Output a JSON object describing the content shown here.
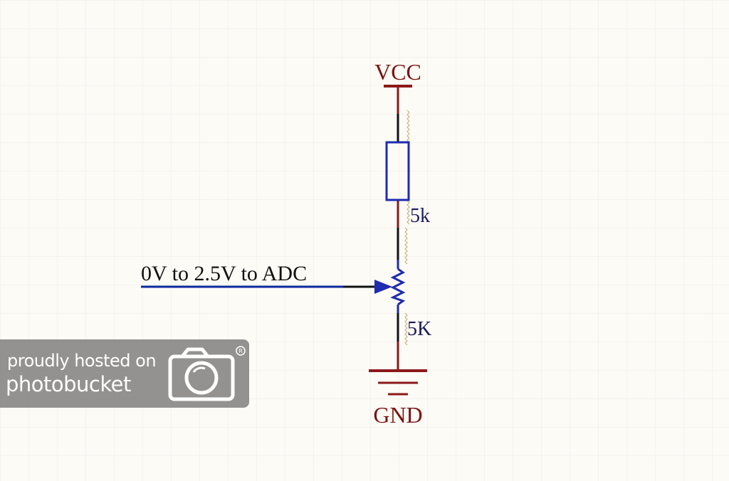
{
  "schematic": {
    "power_label": "VCC",
    "ground_label": "GND",
    "resistor_value": "5k",
    "potentiometer_value": "5K",
    "signal_label": "0V to 2.5V to ADC"
  },
  "colors": {
    "background": "#fcfbf6",
    "grid": "#ebebe2",
    "power_net": "#8b1a1a",
    "component": "#1f2bb0",
    "signal_wire": "#0b2aa0",
    "wire": "#111111",
    "label_text": "#1a1a5a",
    "net_label_text": "#7a1414",
    "pin_marker": "#c9a877"
  },
  "watermark": {
    "line1": "proudly hosted on",
    "line2": "photobucket",
    "icon": "camera-icon"
  }
}
